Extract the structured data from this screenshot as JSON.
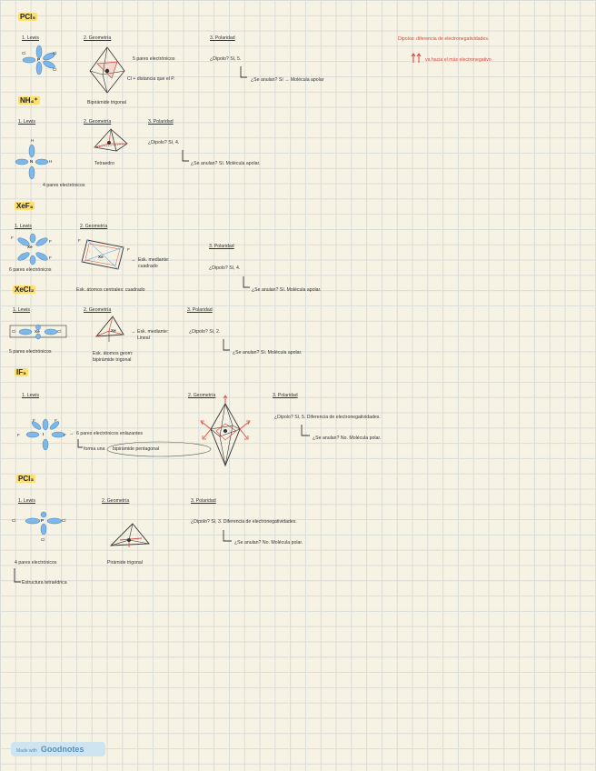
{
  "sections": {
    "pcl5": {
      "title": "PCl₅",
      "lewis": "1. Lewis",
      "geometry": "2. Geometría",
      "polarity": "3. Polaridad",
      "pairs": "5 pares electrónicos",
      "cl_distance": "Cl + distancia que el P.",
      "shape": "Bipirámide trigonal",
      "dipole": "¿Dipolo? Sí, 5.",
      "cancel": "¿Se anulan? Sí → Molécula apolar",
      "atoms": {
        "cl": "Cl",
        "p": "P"
      }
    },
    "nh4": {
      "title": "NH₄⁺",
      "lewis": "1. Lewis",
      "geometry": "2. Geometría",
      "polarity": "3. Polaridad",
      "pairs": "4 pares electrónicos",
      "shape": "Tetraedro",
      "dipole": "¿Dipolo? Sí, 4.",
      "cancel": "¿Se anulan? Sí. Molécula apolar.",
      "atoms": {
        "h": "H",
        "n": "N"
      }
    },
    "xef4": {
      "title": "XeF₄",
      "lewis": "1. Lewis",
      "geometry": "2. Geometría",
      "polarity": "3. Polaridad",
      "pairs": "6 pares electrónicos",
      "plane": "Esk. mediante: cuadrado",
      "shape": "Esk. átomos centrales: cuadrado",
      "dipole": "¿Dipolo? Sí, 4.",
      "cancel": "¿Se anulan? Sí. Molécula apolar.",
      "atoms": {
        "f": "F",
        "xe": "Xe"
      }
    },
    "xecl2": {
      "title": "XeCl₂",
      "lewis": "1. Lewis",
      "geometry": "2. Geometría",
      "polarity": "3. Polaridad",
      "pairs": "5 pares electrónicos",
      "axial": "Esk. mediante: Lineal",
      "shape_line1": "Esk. átomos geom:",
      "shape_line2": "bipirámide trigonal",
      "dipole": "¿Dipolo? Sí, 2.",
      "cancel": "¿Se anulan? Sí. Molécula apolar.",
      "atoms": {
        "cl": "Cl",
        "xe": "Xe"
      }
    },
    "if5": {
      "title": "IF₅",
      "lewis": "1. Lewis",
      "geometry": "2. Geometría",
      "polarity": "3. Polaridad",
      "pairs": "6 pares electrónicos enlazantes",
      "forms": "forma una",
      "forms_circled": "bipirámide pentagonal",
      "dipole": "¿Dipolo? Sí, 5. Diferencia de electronegatividades.",
      "cancel": "¿Se anulan? No. Molécula polar.",
      "atoms": {
        "f": "F",
        "i": "I"
      }
    },
    "pcl3": {
      "title": "PCl₃",
      "lewis": "1. Lewis",
      "geometry": "2. Geometría",
      "polarity": "3. Polaridad",
      "pairs": "4 pares electrónicos",
      "structure": "Estructura tetraédrica",
      "shape": "Pirámide trigonal",
      "dipole": "¿Dipolo? Sí, 3. Diferencia de electronegatividades.",
      "cancel": "¿Se anulan? No. Molécula polar.",
      "atoms": {
        "cl": "Cl",
        "p": "P"
      }
    }
  },
  "sidenote": {
    "line1": "Dipolos: diferencia de electronegatividades.",
    "line2": "va hacia el más electronegativo"
  },
  "watermark": {
    "made": "Made with",
    "brand": "Goodnotes"
  },
  "colors": {
    "paper": "#f7f3e4",
    "grid": "#d9dcd7",
    "highlight": "#ffd73c",
    "lobe_blue": "#7fb8e6",
    "red": "#d8463e"
  }
}
